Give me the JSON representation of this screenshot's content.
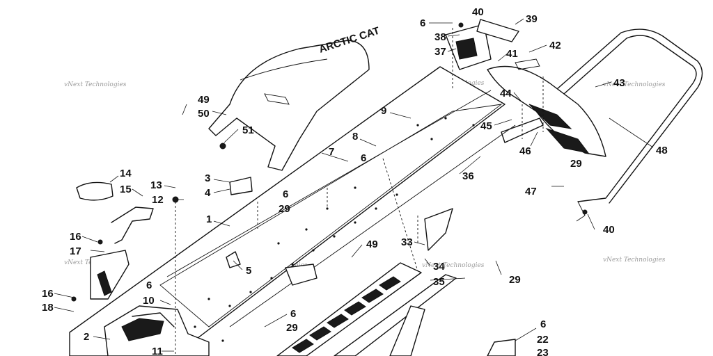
{
  "diagram": {
    "watermark": "vNext Technologies",
    "callouts": [
      "1",
      "2",
      "3",
      "4",
      "5",
      "6",
      "7",
      "8",
      "9",
      "10",
      "11",
      "12",
      "13",
      "14",
      "15",
      "16",
      "17",
      "18",
      "22",
      "23",
      "29",
      "33",
      "34",
      "35",
      "36",
      "37",
      "38",
      "39",
      "40",
      "41",
      "42",
      "43",
      "44",
      "45",
      "46",
      "47",
      "48",
      "49",
      "50",
      "51"
    ],
    "seat_logo_text": "ARCTIC CAT"
  }
}
